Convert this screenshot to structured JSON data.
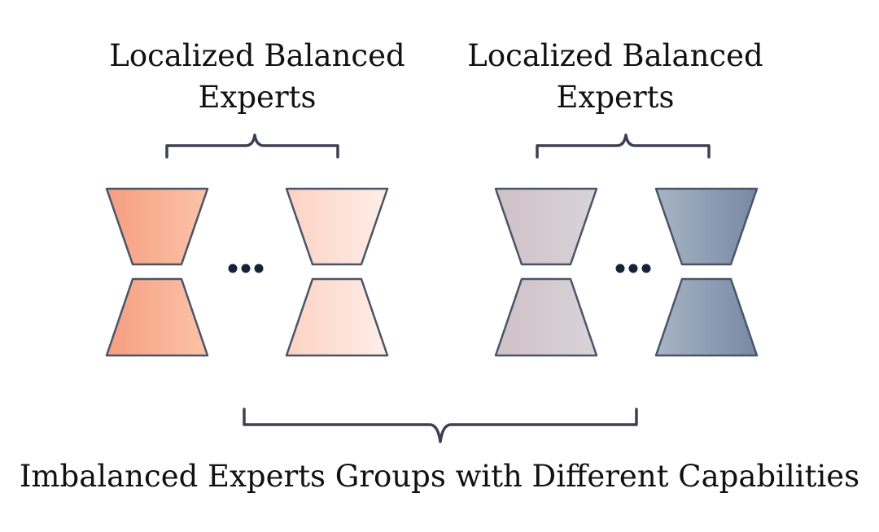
{
  "groups": [
    {
      "label_line1": "Localized Balanced",
      "label_line2": "Experts",
      "experts": [
        {
          "color_left": "#f59e80",
          "color_right": "#fdc3a8"
        },
        {
          "color_left": "#fcd2c3",
          "color_right": "#feeee8"
        }
      ],
      "ellipsis": "…"
    },
    {
      "label_line1": "Localized Balanced",
      "label_line2": "Experts",
      "experts": [
        {
          "color_left": "#cfc1c6",
          "color_right": "#d9d3da"
        },
        {
          "color_left": "#a9b4c6",
          "color_right": "#7789a3"
        }
      ],
      "ellipsis": "…"
    }
  ],
  "bottom_label": "Imbalanced Experts Groups with Different Capabilities",
  "colors": {
    "outline": "#4a5568",
    "brace": "#3a4150",
    "dots": "#16213a"
  }
}
